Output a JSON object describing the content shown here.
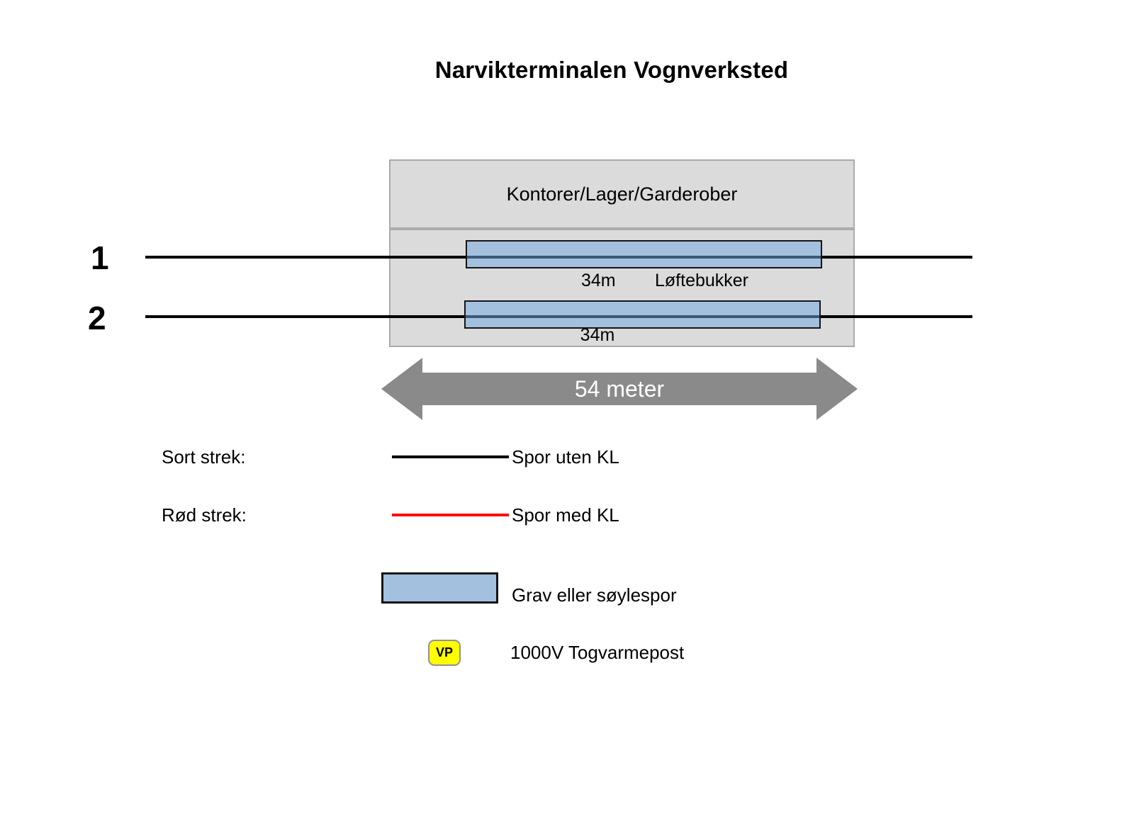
{
  "title": "Narvikterminalen Vognverksted",
  "building": {
    "label": "Kontorer/Lager/Garderober"
  },
  "tracks": [
    {
      "number": "1",
      "pit_length": "34m",
      "pit_note": "Løftebukker"
    },
    {
      "number": "2",
      "pit_length": "34m"
    }
  ],
  "dimension": {
    "label": "54 meter"
  },
  "legend": {
    "rows": [
      {
        "term": "Sort strek:",
        "swatch": "black-line",
        "description": "Spor uten KL"
      },
      {
        "term": "Rød strek:",
        "swatch": "red-line",
        "description": "Spor med KL"
      },
      {
        "swatch": "blue-rect",
        "description": "Grav eller søylespor"
      },
      {
        "swatch": "vp-badge",
        "badge": "VP",
        "description": "1000V Togvarmepost"
      }
    ]
  },
  "colors": {
    "pit_blue": "#A3C0DE",
    "pit_track_line": "#3B5875",
    "building_gray": "#DBDBDB",
    "building_border": "#ABABAB",
    "arrow_gray": "#8A8A8A",
    "track_black": "#000000",
    "kl_red": "#FF0000",
    "vp_yellow": "#FFFF00"
  }
}
